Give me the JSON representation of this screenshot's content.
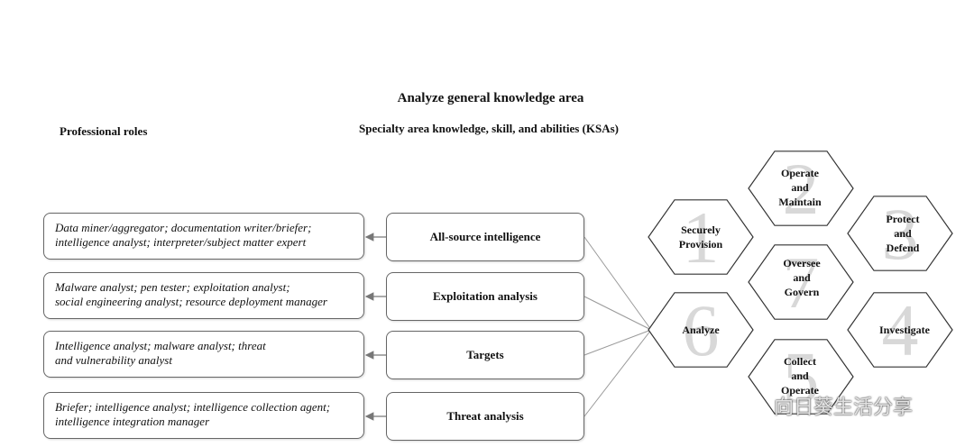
{
  "title": "Analyze general knowledge area",
  "subtitle": "Specialty area knowledge, skill, and abilities (KSAs)",
  "roles_heading": "Professional roles",
  "rows": [
    {
      "role_line1": "Data miner/aggregator; documentation writer/briefer;",
      "role_line2": "intelligence analyst; interpreter/subject matter  expert",
      "area": "All-source  intelligence"
    },
    {
      "role_line1": "Malware analyst; pen tester; exploitation   analyst;",
      "role_line2": "social engineering analyst; resource deployment  manager",
      "area": "Exploitation analysis"
    },
    {
      "role_line1": "Intelligence analyst; malware analyst; threat",
      "role_line2": "and vulnerability  analyst",
      "area": "Targets"
    },
    {
      "role_line1": "Briefer; intelligence analyst; intelligence collection agent;",
      "role_line2": "intelligence integration manager",
      "area": "Threat analysis"
    }
  ],
  "hexagons": [
    {
      "number": "1",
      "label_lines": [
        "Securely",
        "Provision"
      ]
    },
    {
      "number": "2",
      "label_lines": [
        "Operate",
        "and",
        "Maintain"
      ]
    },
    {
      "number": "3",
      "label_lines": [
        "Protect",
        "and",
        "Defend"
      ]
    },
    {
      "number": "7",
      "label_lines": [
        "Oversee",
        "and",
        "Govern"
      ]
    },
    {
      "number": "6",
      "label_lines": [
        "Analyze"
      ]
    },
    {
      "number": "4",
      "label_lines": [
        "Investigate"
      ]
    },
    {
      "number": "5",
      "label_lines": [
        "Collect",
        "and",
        "Operate"
      ]
    }
  ],
  "watermark": "向日葵生活分享"
}
